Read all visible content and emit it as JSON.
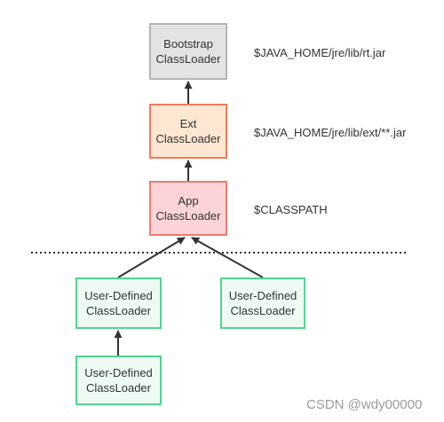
{
  "nodes": {
    "bootstrap": "Bootstrap\nClassLoader",
    "ext": "Ext\nClassLoader",
    "app": "App\nClassLoader",
    "user_defined_left": "User-Defined\nClassLoader",
    "user_defined_right": "User-Defined\nClassLoader",
    "user_defined_bottom": "User-Defined\nClassLoader"
  },
  "paths": {
    "bootstrap": "$JAVA_HOME/jre/lib/rt.jar",
    "ext": "$JAVA_HOME/jre/lib/ext/**.jar",
    "app": "$CLASSPATH"
  },
  "watermark": "CSDN @wdy00000"
}
